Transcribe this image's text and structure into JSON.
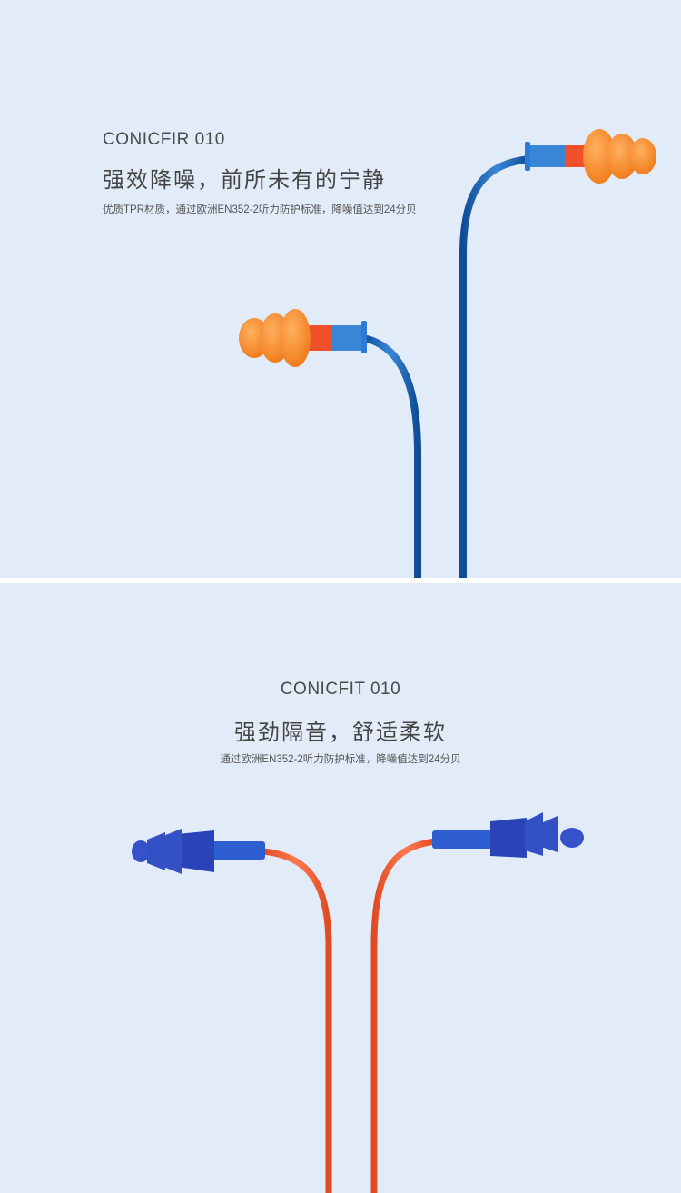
{
  "section1": {
    "model": "CONICFIR 010",
    "headline": "强效降噪，前所未有的宁静",
    "description": "优质TPR材质，通过欧洲EN352-2听力防护标准，降噪值达到24分贝"
  },
  "section2": {
    "model": "CONICFIT 010",
    "headline": "强劲隔音，舒适柔软",
    "description": "通过欧洲EN352-2听力防护标准，降噪值达到24分贝"
  },
  "colors": {
    "background": "#e2ebf8",
    "orange_tip": "#f58a2a",
    "blue_cord": "#1d5fa8",
    "blue_tip": "#2a44b8",
    "orange_cord": "#ee5a32"
  }
}
